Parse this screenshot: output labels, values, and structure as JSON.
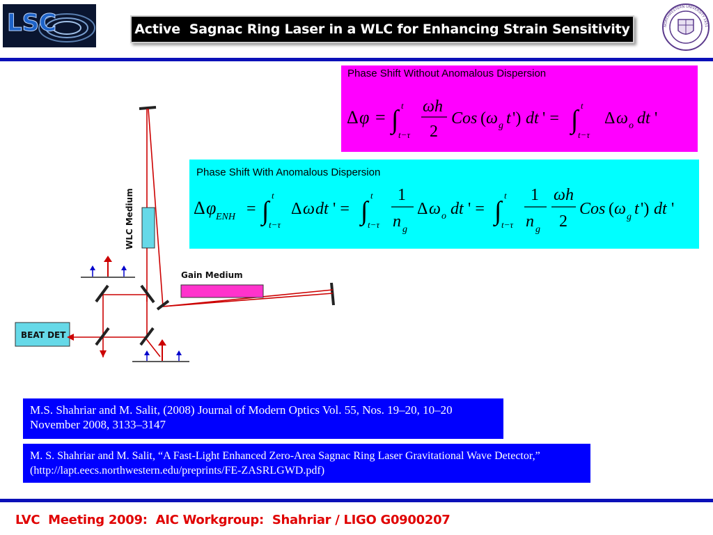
{
  "header": {
    "logo_text": "LSC",
    "title": "Active  Sagnac Ring Laser in a WLC for Enhancing Strain Sensitivity",
    "seal_text": "NORTHWESTERN UNIVERSITY 1851"
  },
  "colors": {
    "rule": "#0b10b8",
    "box_magenta": "#ff00ff",
    "box_cyan": "#00ffff",
    "ref_blue": "#0000ff",
    "footer_red": "#e00000",
    "beam_red": "#cc0000",
    "component_cyan": "#66d9e8",
    "gain_magenta": "#ff33cc"
  },
  "equations": {
    "without": {
      "label": "Phase Shift Without Anomalous Dispersion"
    },
    "with": {
      "label": "Phase Shift With Anomalous Dispersion"
    }
  },
  "diagram": {
    "wlc_label": "WLC Medium",
    "gain_label": "Gain Medium",
    "beat_label": "BEAT DET"
  },
  "references": [
    "M.S. Shahriar and M. Salit, (2008) Journal of Modern Optics Vol. 55, Nos. 19–20, 10–20 November 2008, 3133–3147",
    "M. S. Shahriar and M. Salit, “A Fast-Light Enhanced Zero-Area Sagnac Ring Laser Gravitational Wave Detector,” (http://lapt.eecs.northwestern.edu/preprints/FE-ZASRLGWD.pdf)"
  ],
  "footer": {
    "text": "LVC  Meeting 2009:  AIC Workgroup:  Shahriar / LIGO G0900207"
  }
}
